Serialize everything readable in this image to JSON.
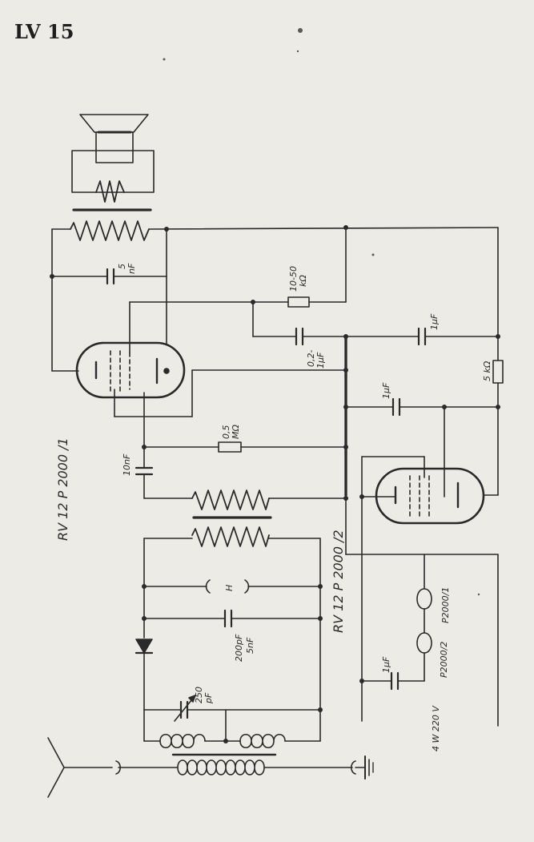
{
  "title": "LV 15",
  "tubes": {
    "tube1_label": "RV 12 P 2000 /1",
    "tube2_label": "RV 12 P 2000 /2"
  },
  "components": {
    "c_speaker": [
      "5",
      "nF"
    ],
    "r_anode": [
      "10-50",
      "kΩ"
    ],
    "c_coupling": [
      "0,2-",
      "1µF"
    ],
    "c_top": "1µF",
    "r_5k": "5 kΩ",
    "c_mid": "1µF",
    "r_grid": [
      "0,5",
      "MΩ"
    ],
    "c_grid": "10nF",
    "heater_mark": "H",
    "c_det": [
      "200pF",
      "5nF"
    ],
    "c_tune": [
      "250",
      "pF"
    ],
    "c_supply": "1µF",
    "heater_labels": [
      "P2000/1",
      "P2000/2"
    ],
    "supply_label": "4 W 220 V"
  }
}
